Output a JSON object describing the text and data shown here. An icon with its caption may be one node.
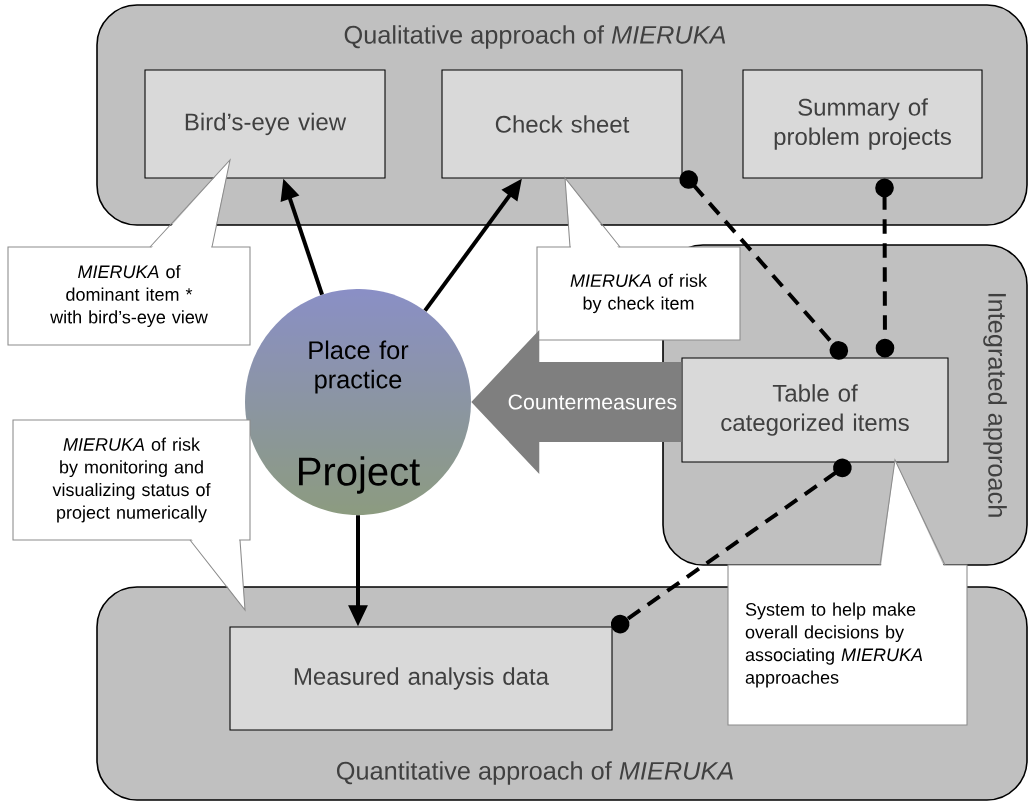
{
  "diagram": {
    "nodes": [
      {
        "text": [
          "Qualitative approach of *MIERUKA*"
        ]
      },
      {
        "text": [
          "Bird’s-eye view"
        ],
        "in": 0
      },
      {
        "text": [
          "Check sheet"
        ],
        "in": 0
      },
      {
        "text": [
          "Summary of problem projects"
        ],
        "in": 0
      },
      {
        "text": [
          "Integrated approach"
        ]
      },
      {
        "text": [
          "Table of categorized items"
        ],
        "in": 4
      },
      {
        "text": [
          "Quantitative approach of *MIERUKA*"
        ]
      },
      {
        "text": [
          "Measured analysis data"
        ],
        "in": 6
      },
      {
        "text": [
          "Place for practice",
          "Project"
        ]
      },
      {
        "text": [
          "*MIERUKA* of dominant item * with bird’s-eye view"
        ]
      },
      {
        "text": [
          "*MIERUKA* of risk by check item"
        ]
      },
      {
        "text": [
          "*MIERUKA* of risk by monitoring and visualizing status of project numerically"
        ]
      },
      {
        "text": [
          "System to help make overall decisions by associating *MIERUKA* approaches"
        ]
      }
    ],
    "edges": [
      {
        "from": 8,
        "to": 1,
        "arrow": "to"
      },
      {
        "from": 8,
        "to": 2,
        "arrow": "to"
      },
      {
        "from": 8,
        "to": 7,
        "arrow": "to"
      },
      {
        "from": 5,
        "to": 8,
        "arrow": "to",
        "label": "Countermeasures",
        "style": "thick",
        "color": "#7f7f7f"
      },
      {
        "from": 2,
        "to": 5,
        "arrow": "other",
        "style": "dashed"
      },
      {
        "from": 3,
        "to": 5,
        "arrow": "other",
        "style": "dashed"
      },
      {
        "from": 5,
        "to": 7,
        "arrow": "other",
        "style": "dashed"
      }
    ]
  }
}
